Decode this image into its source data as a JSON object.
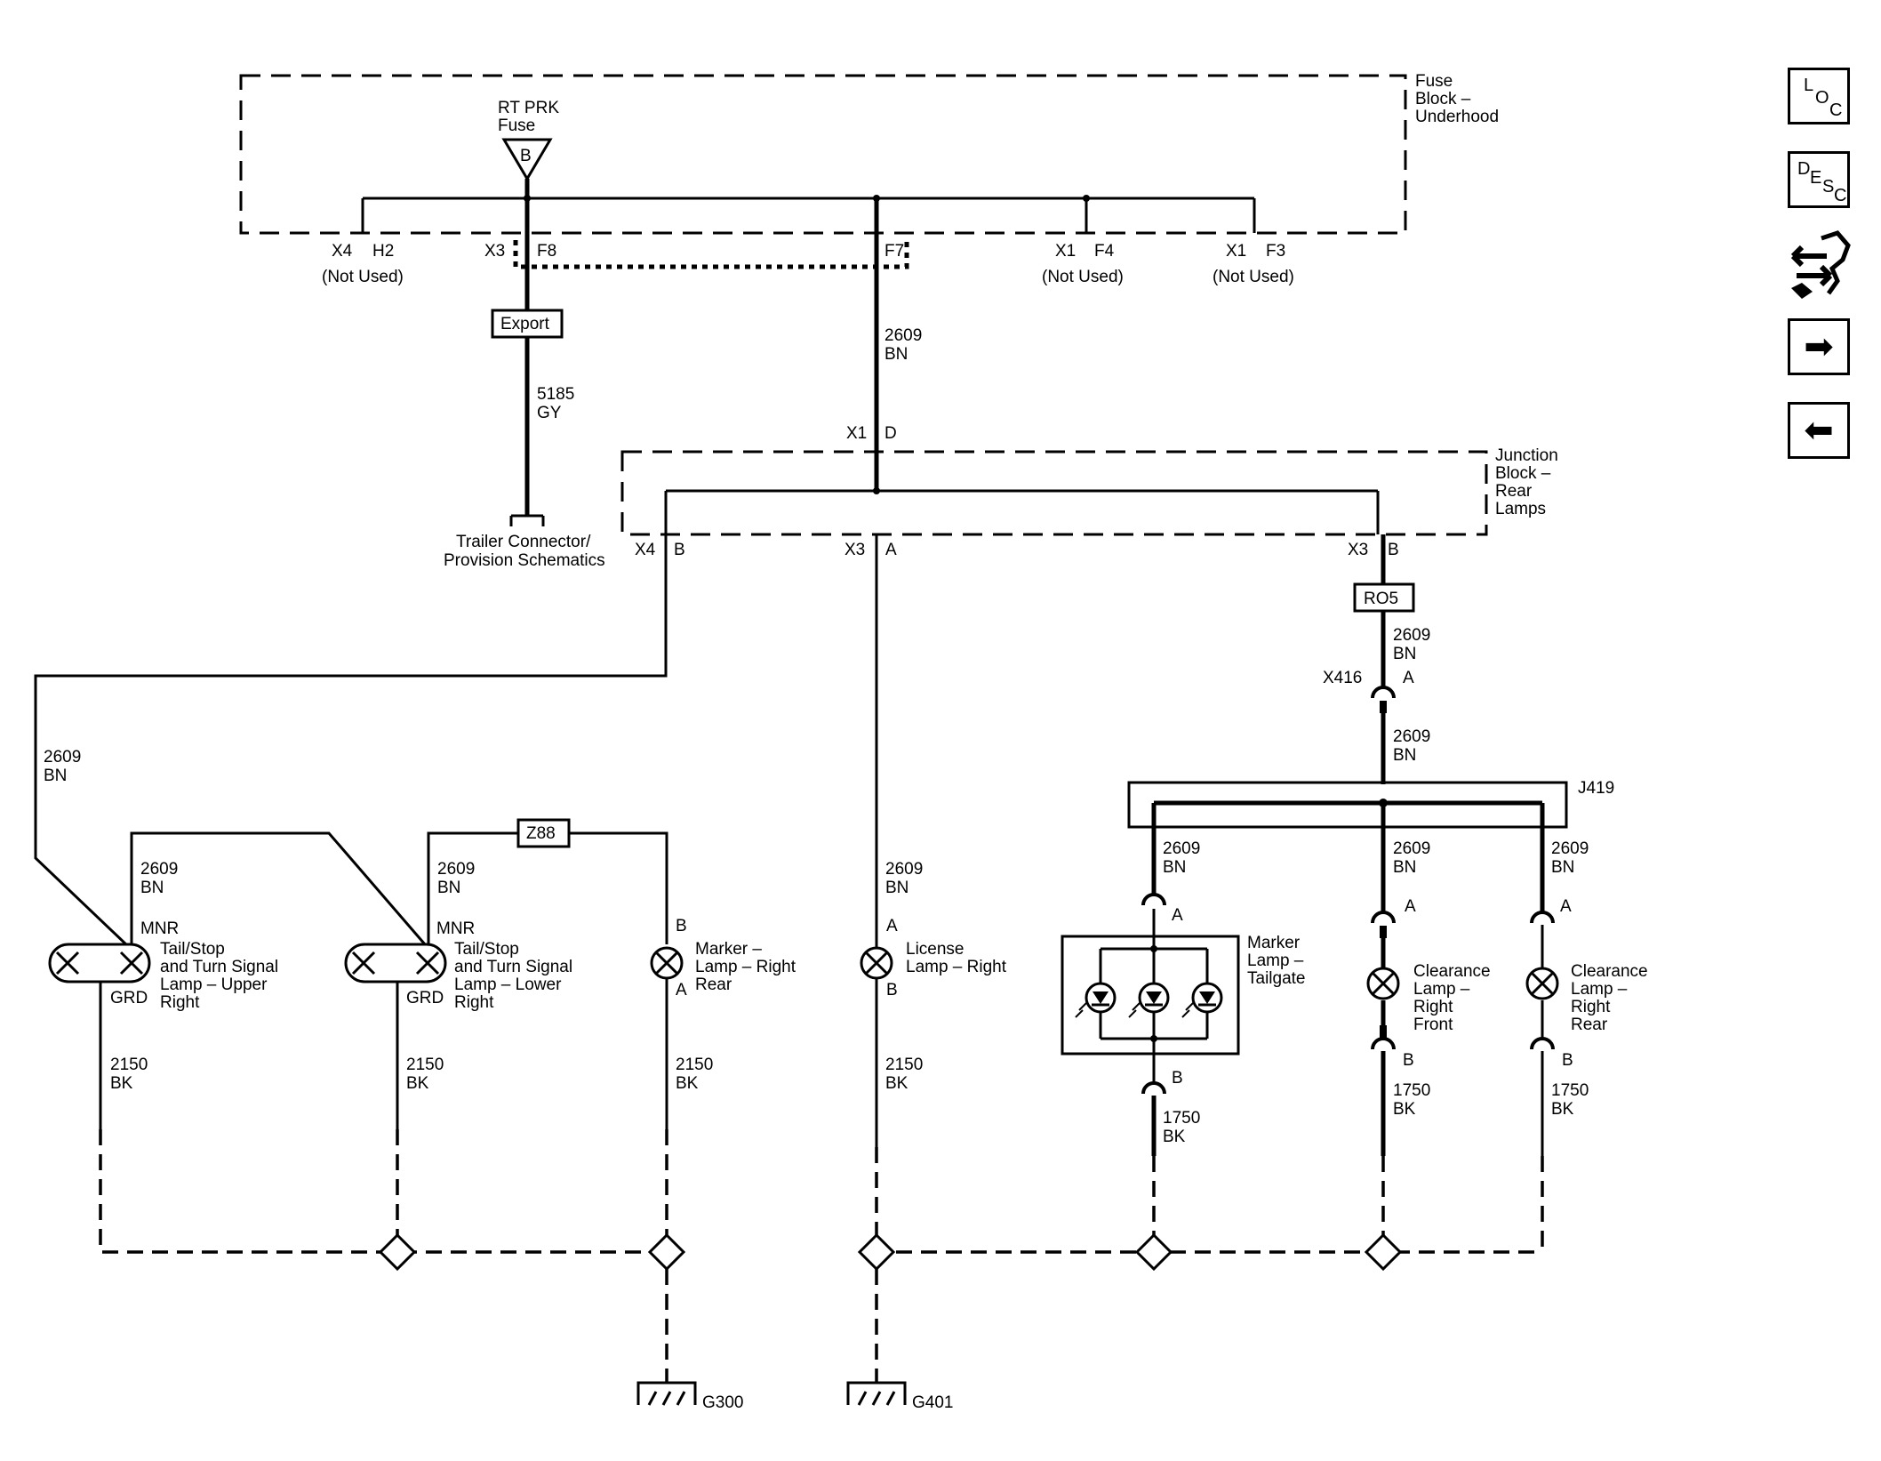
{
  "fuse_block": {
    "label": [
      "Fuse",
      "Block –",
      "Underhood"
    ],
    "fuse": [
      "RT PRK",
      "Fuse"
    ],
    "fuse_pin": "B",
    "pins": [
      {
        "conn": "X4",
        "pin": "H2",
        "note": "(Not Used)"
      },
      {
        "conn": "X3",
        "pin": "F8"
      },
      {
        "pin": "F7"
      },
      {
        "conn": "X1",
        "pin": "F4",
        "note": "(Not Used)"
      },
      {
        "conn": "X1",
        "pin": "F3",
        "note": "(Not Used)"
      }
    ]
  },
  "export_option": "Export",
  "wires": {
    "gy": [
      "5185",
      "GY"
    ],
    "bn": [
      "2609",
      "BN"
    ],
    "bk2150": [
      "2150",
      "BK"
    ],
    "bk1750": [
      "1750",
      "BK"
    ]
  },
  "trailer_ref": [
    "Trailer Connector/",
    "Provision Schematics"
  ],
  "junction_block": {
    "label": [
      "Junction",
      "Block –",
      "Rear",
      "Lamps"
    ],
    "input": {
      "conn": "X1",
      "pin": "D"
    },
    "pins": [
      {
        "conn": "X4",
        "pin": "B"
      },
      {
        "conn": "X3",
        "pin": "A"
      },
      {
        "conn": "X3",
        "pin": "B"
      }
    ]
  },
  "option_ro5": "RO5",
  "option_z88": "Z88",
  "connector_x416": {
    "conn": "X416",
    "pin": "A"
  },
  "splice": "J419",
  "lamps": {
    "upper": {
      "name": [
        "Tail/Stop",
        "and Turn Signal",
        "Lamp – Upper",
        "Right"
      ],
      "mnr": "MNR",
      "grd": "GRD"
    },
    "lower": {
      "name": [
        "Tail/Stop",
        "and Turn Signal",
        "Lamp – Lower",
        "Right"
      ],
      "mnr": "MNR",
      "grd": "GRD"
    },
    "marker_rear": {
      "name": [
        "Marker –",
        "Lamp – Right",
        "Rear"
      ],
      "pin_in": "B",
      "pin_out": "A"
    },
    "license": {
      "name": [
        "License",
        "Lamp – Right"
      ],
      "pin_in": "A",
      "pin_out": "B"
    },
    "marker_tailgate": {
      "name": [
        "Marker",
        "Lamp –",
        "Tailgate"
      ],
      "pin_in": "A",
      "pin_out": "B"
    },
    "clear_front": {
      "name": [
        "Clearance",
        "Lamp –",
        "Right",
        "Front"
      ],
      "pin_in": "A",
      "pin_out": "B"
    },
    "clear_rear": {
      "name": [
        "Clearance",
        "Lamp –",
        "Right",
        "Rear"
      ],
      "pin_in": "A",
      "pin_out": "B"
    }
  },
  "grounds": [
    "G300",
    "G401"
  ],
  "nav_buttons": [
    {
      "id": "loc",
      "letters": [
        "L",
        "O",
        "C"
      ]
    },
    {
      "id": "desc",
      "letters": [
        "D",
        "E",
        "S",
        "C"
      ]
    },
    {
      "id": "component-icon"
    },
    {
      "id": "next-arrow-icon",
      "glyph": "➡"
    },
    {
      "id": "back-arrow-icon",
      "glyph": "⬅"
    }
  ]
}
